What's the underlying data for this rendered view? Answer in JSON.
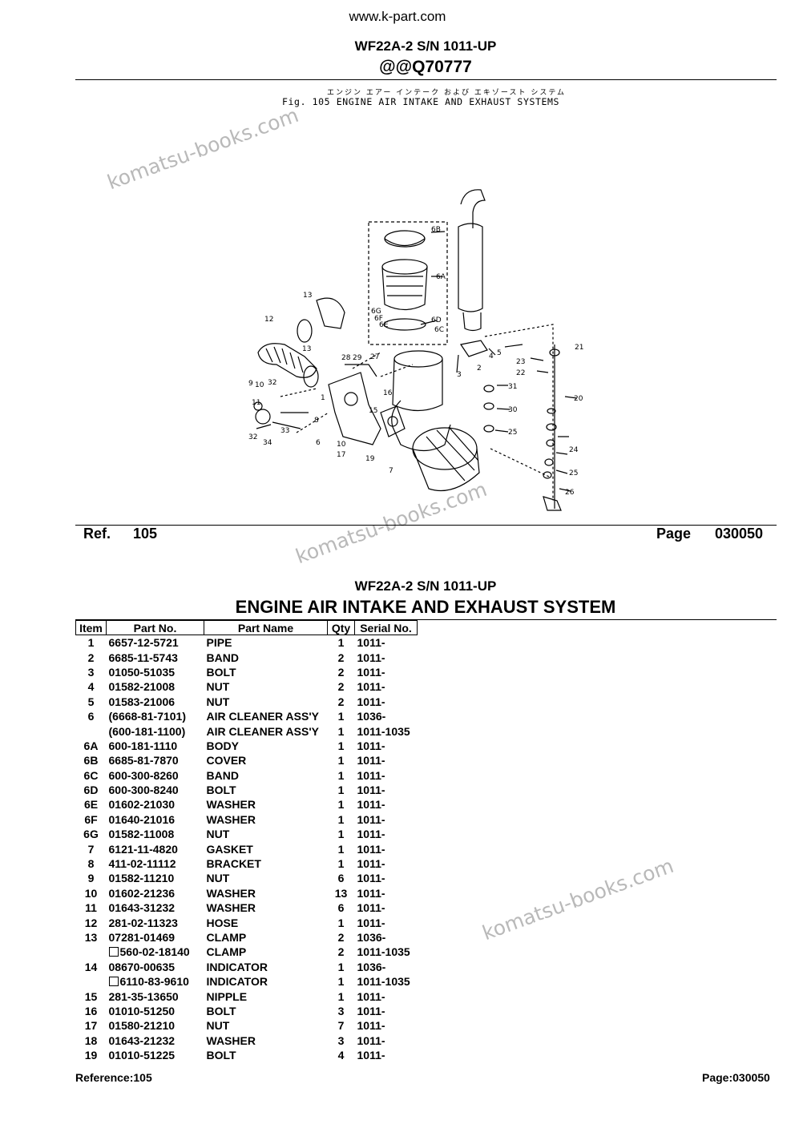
{
  "site": "www.k-part.com",
  "header": {
    "model": "WF22A-2 S/N 1011-UP",
    "code": "@@Q70777"
  },
  "figure": {
    "caption_jp": "エンジン エアー インテーク および エキゾースト システム",
    "caption": "Fig. 105 ENGINE AIR INTAKE AND EXHAUST SYSTEMS",
    "callouts": [
      "6B",
      "6A",
      "6G",
      "6F",
      "6E",
      "6D",
      "6C",
      "13",
      "12",
      "13",
      "28",
      "29",
      "27",
      "9",
      "10",
      "32",
      "11",
      "33",
      "8",
      "1",
      "6",
      "16",
      "15",
      "10",
      "17",
      "19",
      "7",
      "32",
      "34",
      "3",
      "5",
      "4",
      "2",
      "21",
      "23",
      "22",
      "31",
      "30",
      "25",
      "20",
      "24",
      "25",
      "26"
    ]
  },
  "watermark": "komatsu-books.com",
  "ref_row": {
    "ref_label": "Ref.",
    "ref_value": "105",
    "page_label": "Page",
    "page_value": "030050"
  },
  "section": {
    "model": "WF22A-2 S/N 1011-UP",
    "title": "ENGINE AIR INTAKE AND EXHAUST SYSTEM"
  },
  "table": {
    "headers": [
      "Item",
      "Part No.",
      "Part Name",
      "Qty",
      "Serial No."
    ],
    "rows": [
      {
        "item": "1",
        "part": "6657-12-5721",
        "name": "PIPE",
        "qty": "1",
        "serial": "1011-"
      },
      {
        "item": "2",
        "part": "6685-11-5743",
        "name": "BAND",
        "qty": "2",
        "serial": "1011-"
      },
      {
        "item": "3",
        "part": "01050-51035",
        "name": "BOLT",
        "qty": "2",
        "serial": "1011-"
      },
      {
        "item": "4",
        "part": "01582-21008",
        "name": "NUT",
        "qty": "2",
        "serial": "1011-"
      },
      {
        "item": "5",
        "part": "01583-21006",
        "name": "NUT",
        "qty": "2",
        "serial": "1011-"
      },
      {
        "item": "6",
        "part": "(6668-81-7101)",
        "name": "AIR CLEANER ASS'Y",
        "qty": "1",
        "serial": "1036-"
      },
      {
        "item": "",
        "part": "(600-181-1100)",
        "name": "AIR CLEANER ASS'Y",
        "qty": "1",
        "serial": "1011-1035"
      },
      {
        "item": "6A",
        "part": "600-181-1110",
        "name": "BODY",
        "qty": "1",
        "serial": "1011-"
      },
      {
        "item": "6B",
        "part": "6685-81-7870",
        "name": "COVER",
        "qty": "1",
        "serial": "1011-"
      },
      {
        "item": "6C",
        "part": "600-300-8260",
        "name": "BAND",
        "qty": "1",
        "serial": "1011-"
      },
      {
        "item": "6D",
        "part": "600-300-8240",
        "name": "BOLT",
        "qty": "1",
        "serial": "1011-"
      },
      {
        "item": "6E",
        "part": "01602-21030",
        "name": "WASHER",
        "qty": "1",
        "serial": "1011-"
      },
      {
        "item": "6F",
        "part": "01640-21016",
        "name": "WASHER",
        "qty": "1",
        "serial": "1011-"
      },
      {
        "item": "6G",
        "part": "01582-11008",
        "name": "NUT",
        "qty": "1",
        "serial": "1011-"
      },
      {
        "item": "7",
        "part": "6121-11-4820",
        "name": "GASKET",
        "qty": "1",
        "serial": "1011-"
      },
      {
        "item": "8",
        "part": "411-02-11112",
        "name": "BRACKET",
        "qty": "1",
        "serial": "1011-"
      },
      {
        "item": "9",
        "part": "01582-11210",
        "name": "NUT",
        "qty": "6",
        "serial": "1011-"
      },
      {
        "item": "10",
        "part": "01602-21236",
        "name": "WASHER",
        "qty": "13",
        "serial": "1011-"
      },
      {
        "item": "11",
        "part": "01643-31232",
        "name": "WASHER",
        "qty": "6",
        "serial": "1011-"
      },
      {
        "item": "12",
        "part": "281-02-11323",
        "name": "HOSE",
        "qty": "1",
        "serial": "1011-"
      },
      {
        "item": "13",
        "part": "07281-01469",
        "name": "CLAMP",
        "qty": "2",
        "serial": "1036-"
      },
      {
        "item": "",
        "part": "560-02-18140",
        "name": "CLAMP",
        "qty": "2",
        "serial": "1011-1035",
        "box": true
      },
      {
        "item": "14",
        "part": "08670-00635",
        "name": "INDICATOR",
        "qty": "1",
        "serial": "1036-"
      },
      {
        "item": "",
        "part": "6110-83-9610",
        "name": "INDICATOR",
        "qty": "1",
        "serial": "1011-1035",
        "box": true
      },
      {
        "item": "15",
        "part": "281-35-13650",
        "name": "NIPPLE",
        "qty": "1",
        "serial": "1011-"
      },
      {
        "item": "16",
        "part": "01010-51250",
        "name": "BOLT",
        "qty": "3",
        "serial": "1011-"
      },
      {
        "item": "17",
        "part": "01580-21210",
        "name": "NUT",
        "qty": "7",
        "serial": "1011-"
      },
      {
        "item": "18",
        "part": "01643-21232",
        "name": "WASHER",
        "qty": "3",
        "serial": "1011-"
      },
      {
        "item": "19",
        "part": "01010-51225",
        "name": "BOLT",
        "qty": "4",
        "serial": "1011-"
      }
    ]
  },
  "footer": {
    "reference": "Reference:105",
    "page": "Page:030050"
  }
}
